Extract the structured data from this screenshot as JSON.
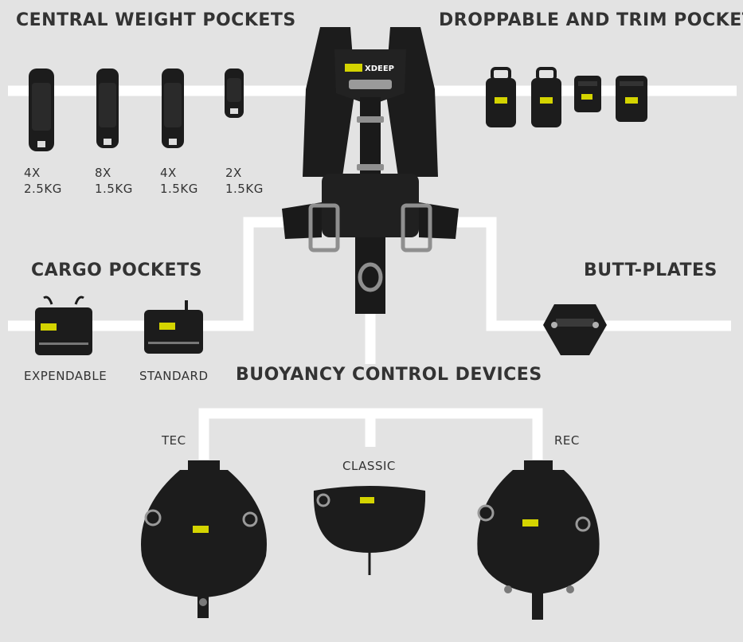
{
  "headings": {
    "central_weight_pockets": "CENTRAL WEIGHT POCKETS",
    "droppable_and_trim_pockets": "DROPPABLE AND TRIM POCKETS",
    "cargo_pockets": "CARGO POCKETS",
    "butt_plates": "BUTT-PLATES",
    "buoyancy_control_devices": "BUOYANCY CONTROL DEVICES"
  },
  "central_weight_pockets": [
    {
      "count": "4X",
      "weight": "2.5KG"
    },
    {
      "count": "8X",
      "weight": "1.5KG"
    },
    {
      "count": "4X",
      "weight": "1.5KG"
    },
    {
      "count": "2X",
      "weight": "1.5KG"
    }
  ],
  "cargo_pockets": [
    {
      "label": "EXPENDABLE"
    },
    {
      "label": "STANDARD"
    }
  ],
  "bcd_variants": [
    {
      "label": "TEC"
    },
    {
      "label": "CLASSIC"
    },
    {
      "label": "REC"
    }
  ],
  "brand_logo_text": "XDEEP",
  "colors": {
    "background": "#e3e3e3",
    "connector_lines": "#ffffff",
    "gear": "#1c1c1c",
    "brand_accent": "#d4d400",
    "heading_text": "#333333"
  },
  "icons": [
    "harness-icon",
    "weight-pocket-icon",
    "trim-pocket-icon",
    "cargo-pocket-icon",
    "butt-plate-icon",
    "bcd-wing-icon"
  ]
}
